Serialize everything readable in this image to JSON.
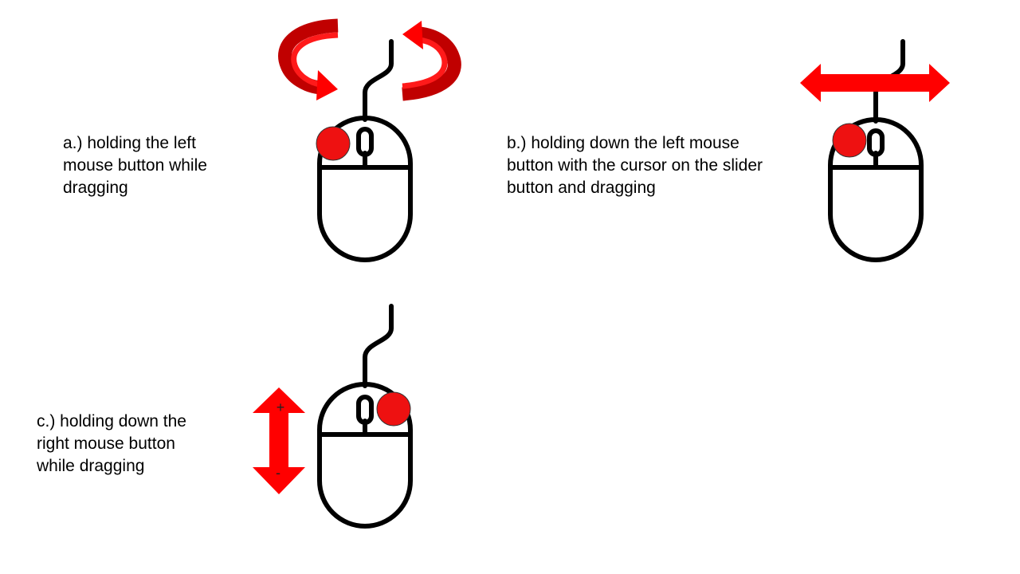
{
  "colors": {
    "outline": "#000000",
    "press_dot": "#ee1111",
    "arrow_red": "#ff0000",
    "arrow_dark_red": "#c00000"
  },
  "panels": [
    {
      "id": "a",
      "caption_lines": [
        "a.) holding the left",
        "mouse button while",
        "dragging"
      ],
      "pressed_button": "left",
      "motion_icon": "rotate-arrows-icon"
    },
    {
      "id": "b",
      "caption_lines": [
        "b.) holding down the left mouse",
        "button with the cursor on the slider",
        "button and dragging"
      ],
      "pressed_button": "left",
      "motion_icon": "horizontal-double-arrow-icon"
    },
    {
      "id": "c",
      "caption_lines": [
        "c.) holding down the",
        "right mouse button",
        "while dragging"
      ],
      "pressed_button": "right",
      "motion_icon": "vertical-double-arrow-icon",
      "arrow_labels": {
        "top": "+",
        "bottom": "-"
      }
    }
  ]
}
